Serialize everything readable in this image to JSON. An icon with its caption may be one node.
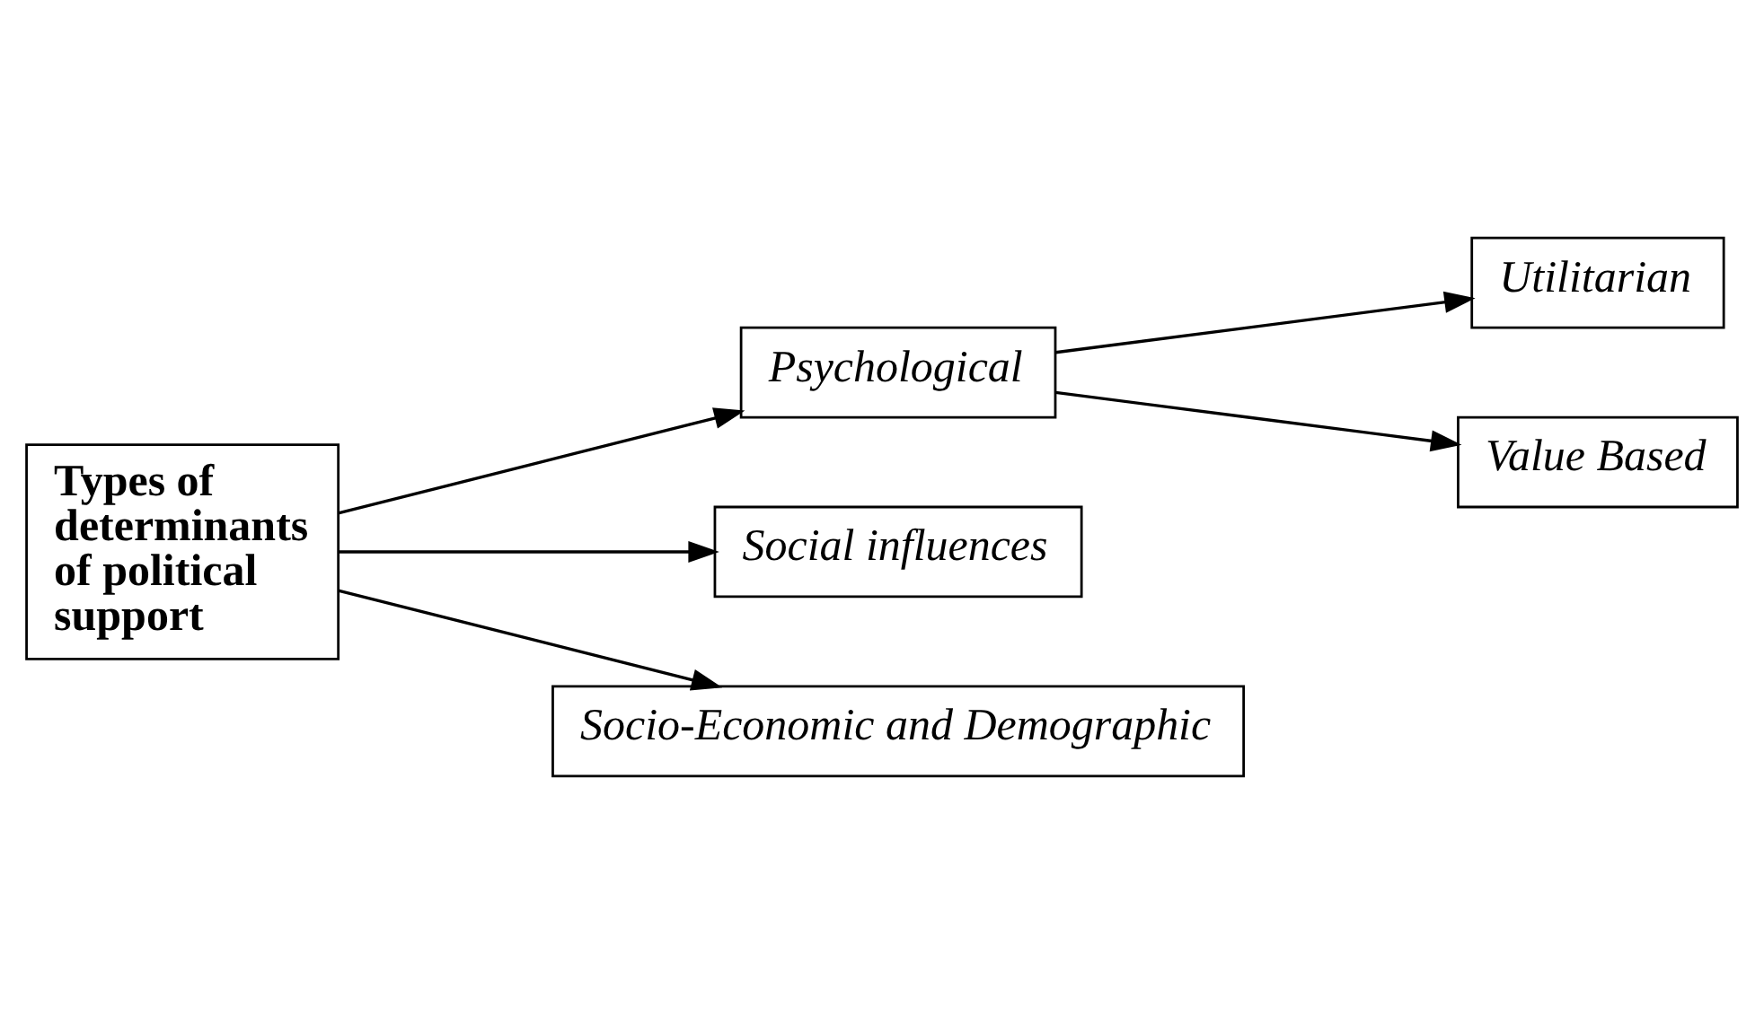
{
  "diagram": {
    "nodes": [
      {
        "text": [
          "Types of determinants of political support"
        ]
      },
      {
        "text": [
          "Psychological"
        ]
      },
      {
        "text": [
          "Social influences"
        ]
      },
      {
        "text": [
          "Socio-Economic and Demographic"
        ]
      },
      {
        "text": [
          "Utilitarian"
        ]
      },
      {
        "text": [
          "Value Based"
        ]
      }
    ],
    "edges": [
      {
        "from": 0,
        "to": 1,
        "arrow": "to"
      },
      {
        "from": 0,
        "to": 2,
        "arrow": "to"
      },
      {
        "from": 0,
        "to": 3,
        "arrow": "to"
      },
      {
        "from": 1,
        "to": 4,
        "arrow": "to"
      },
      {
        "from": 1,
        "to": 5,
        "arrow": "to"
      }
    ]
  }
}
